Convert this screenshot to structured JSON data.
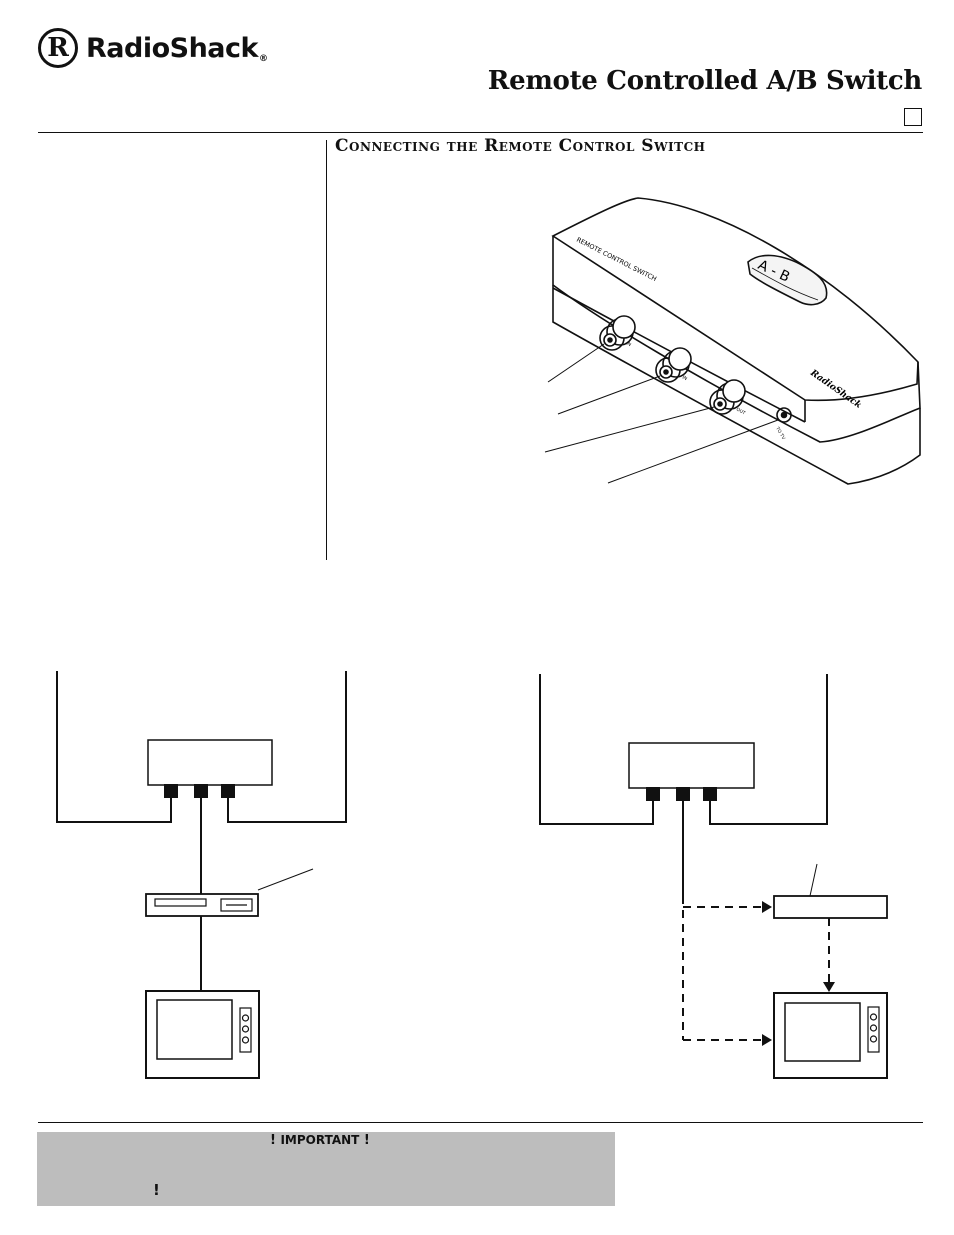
{
  "header": {
    "logo_mark": "R",
    "brand": "RadioShack",
    "brand_reg": "®",
    "title": "Remote Controlled A/B Switch"
  },
  "section": {
    "title": "Connecting the Remote Control Switch"
  },
  "device": {
    "top_label": "REMOTE CONTROL SWITCH",
    "button_label": "A - B",
    "brand_label": "RadioShack",
    "port_labels": [
      "IN",
      "IN",
      "OUT",
      "TO TV"
    ]
  },
  "notice": {
    "label": "IMPORTANT",
    "mark_left": "!",
    "mark_right": "!",
    "bottom_mark": "!"
  },
  "colors": {
    "line": "#111111",
    "notice_bg": "#bdbdbd"
  }
}
